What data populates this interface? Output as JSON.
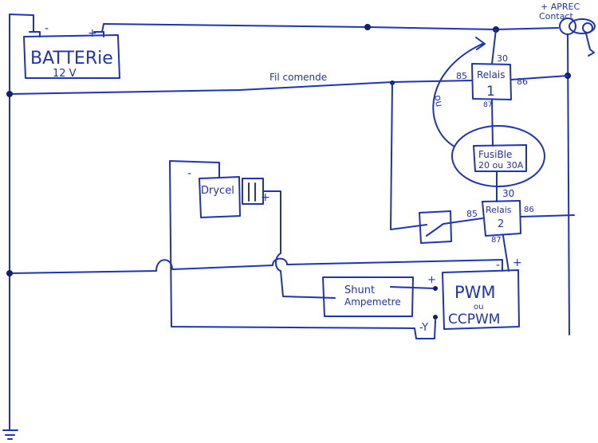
{
  "battery": {
    "label": "BATTERie",
    "voltage": "12 V",
    "minus": "-",
    "plus": "+"
  },
  "ignition": {
    "label_line1": "+ APREC",
    "label_line2": "Contact"
  },
  "command_wire": {
    "label": "Fil comende"
  },
  "relay1": {
    "name": "Relais",
    "number": "1",
    "pin30": "30",
    "pin85": "85",
    "pin86": "86",
    "pin87": "87"
  },
  "alternative": {
    "label": "ou"
  },
  "fuse": {
    "line1": "FusiBle",
    "line2": "20 ou 30A"
  },
  "relay2": {
    "name": "Relais",
    "number": "2",
    "pin30": "30",
    "pin85": "85",
    "pin86": "86",
    "pin87": "87"
  },
  "drycell": {
    "label": "Drycel",
    "minus": "-",
    "plus": "+"
  },
  "shunt": {
    "line1": "Shunt",
    "line2": "Ampemetre",
    "plus": "+"
  },
  "pwm": {
    "line1": "PWM",
    "line2": "ou",
    "line3": "CCPWM",
    "minus": "-",
    "plus": "+",
    "y_label": "-Y"
  },
  "colors": {
    "ink": "#1f33b8"
  }
}
